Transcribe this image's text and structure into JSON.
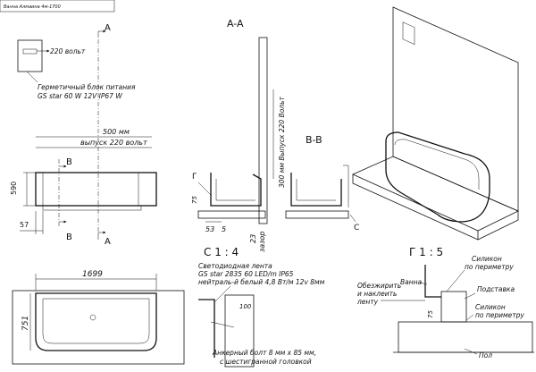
{
  "stamp": "Ванна Алмаина 4м-1700",
  "power_label": "220 вольт",
  "power_unit_line1": "Герметичный блок питания",
  "power_unit_line2": "GS star 60 W 12V IP67 W",
  "dim_500": "500 мм",
  "outlet_220": "выпуск 220 вольт",
  "dim_590": "590",
  "dim_57": "57",
  "dim_1699": "1699",
  "dim_751": "751",
  "section_a": "A",
  "section_b": "B",
  "section_aa": "A-A",
  "section_bb": "B-B",
  "marker_g": "Г",
  "marker_c": "С",
  "vertical_label": "300 мм Выпуск 220 Вольт",
  "gap_label": "зазор",
  "dim_23": "23",
  "dim_53": "53",
  "dim_5": "5",
  "dim_75": "75",
  "detail_c": "С 1 : 4",
  "detail_g": "Г 1 : 5",
  "led_line1": "Светодиодная лента",
  "led_line2": "GS star 2835 60 LED/m IP65",
  "led_line3": "нейтраль-й белый 4,8 Вт/м 12v 8мм",
  "dim_100": "100",
  "anchor_line1": "Анкерный болт 8 мм x 85 мм,",
  "anchor_line2": "с шестигранной головкой",
  "label_bath": "Ванна",
  "label_silicone1_a": "Силикон",
  "label_silicone1_b": "по периметру",
  "label_stand": "Подставка",
  "label_degrease_a": "Обезжирить",
  "label_degrease_b": "и наклеить",
  "label_degrease_c": "ленту",
  "label_silicone2_a": "Силикон",
  "label_silicone2_b": "по периметру",
  "label_floor": "Пол",
  "dim_75b": "75"
}
